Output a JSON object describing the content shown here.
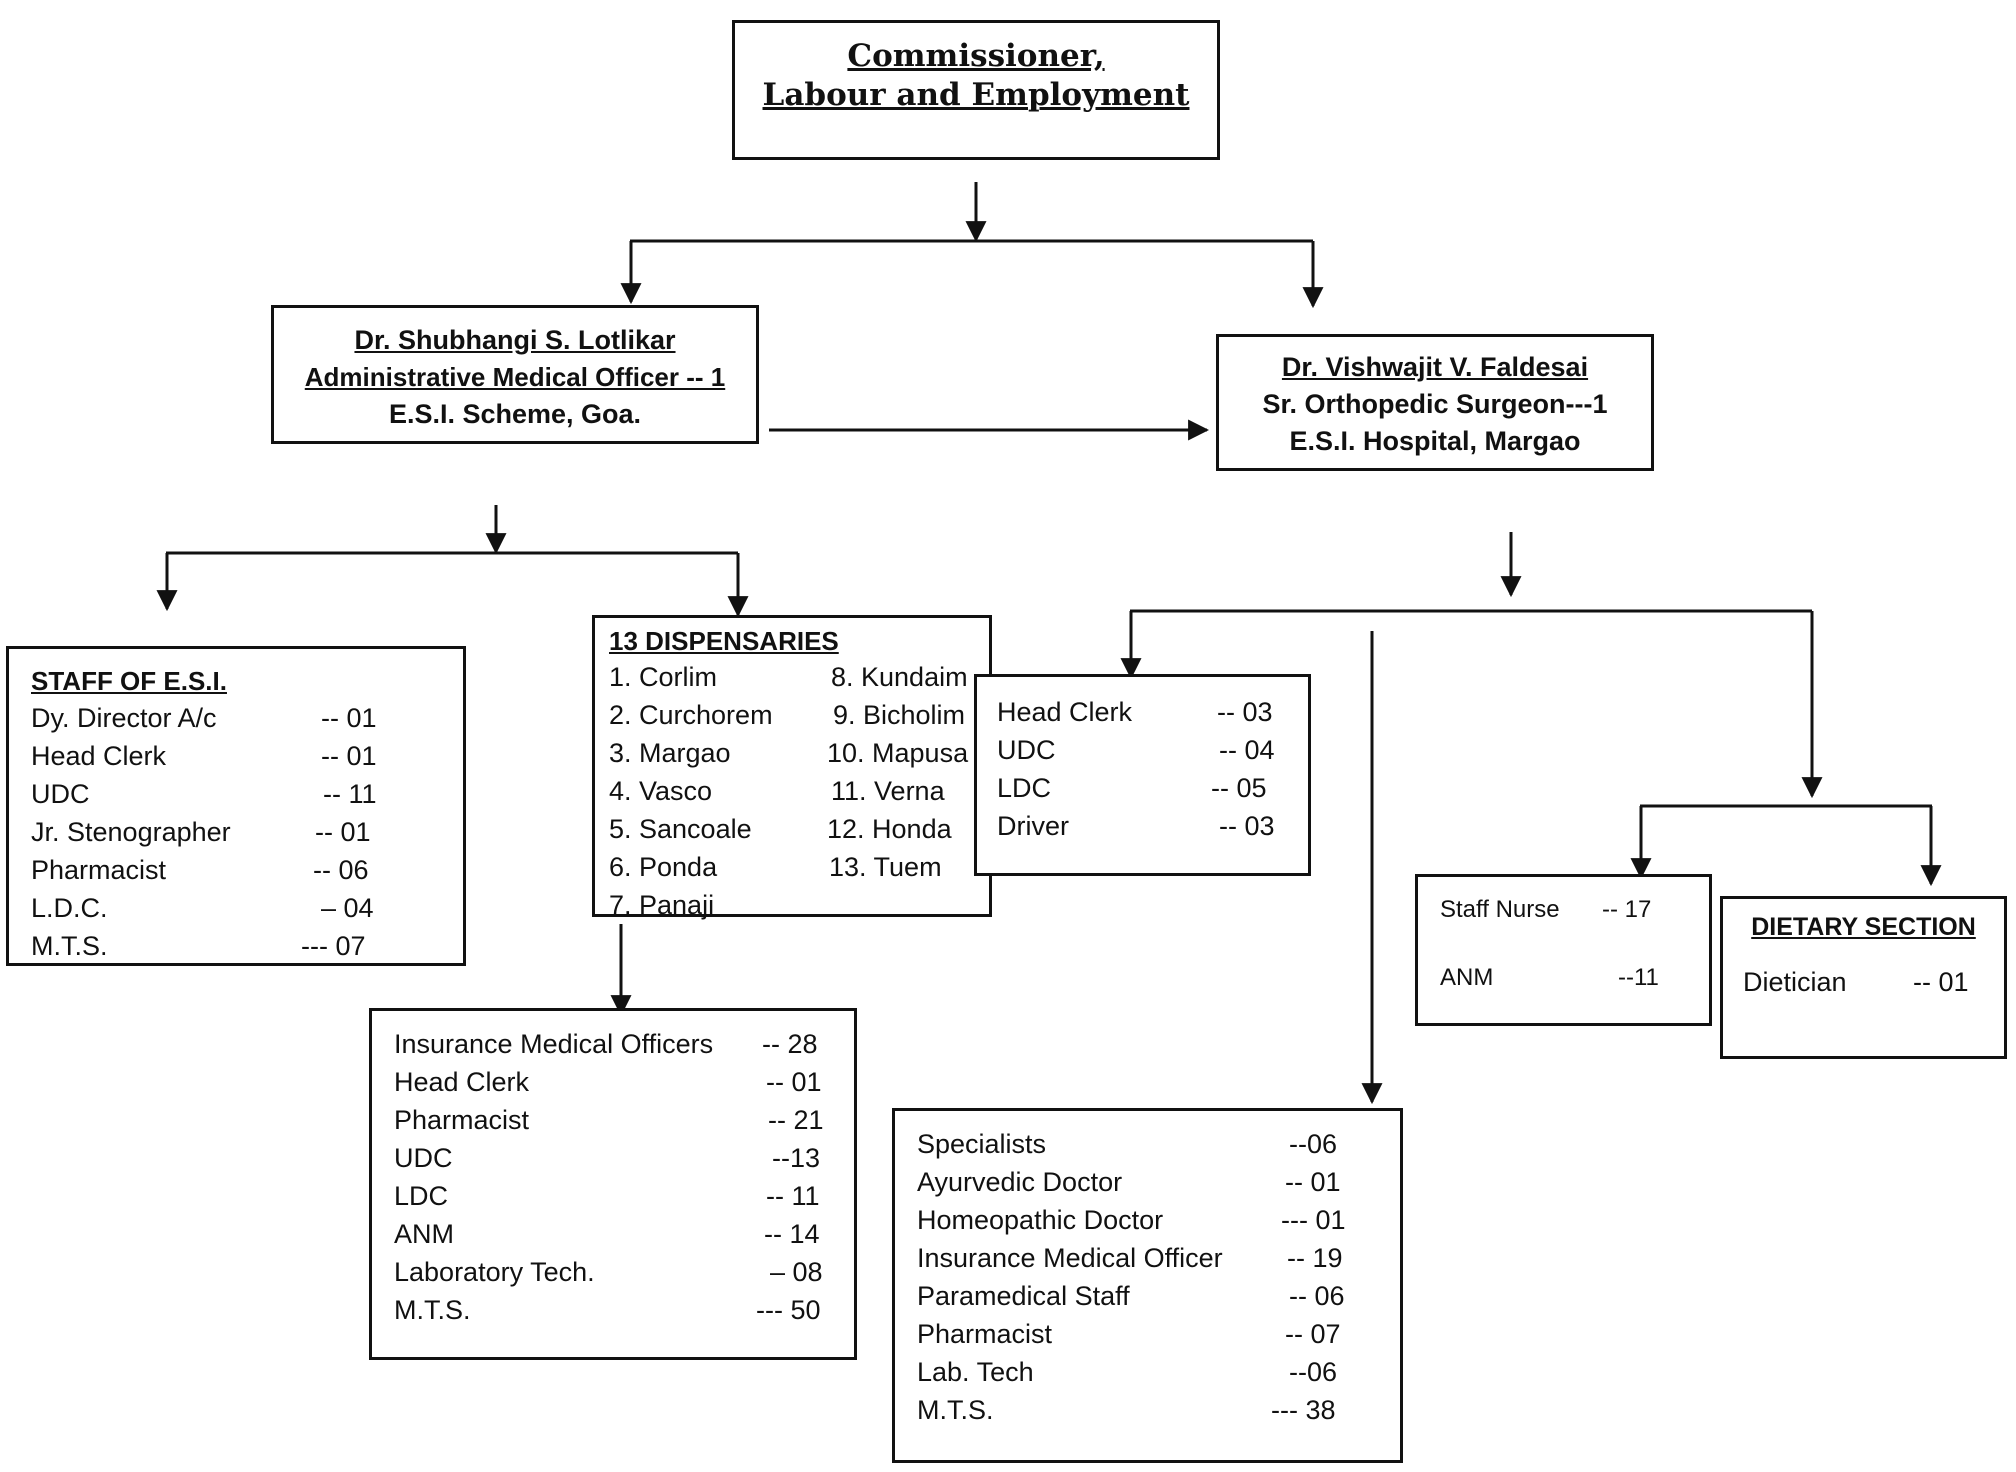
{
  "commissioner": {
    "line1": "Commissioner,",
    "line2": "Labour and Employment"
  },
  "amo": {
    "name": "Dr. Shubhangi S. Lotlikar",
    "designation": "Administrative Medical Officer -- 1",
    "office": "E.S.I. Scheme, Goa."
  },
  "surgeon": {
    "name": "Dr. Vishwajit V. Faldesai",
    "designation": "Sr. Orthopedic Surgeon---1",
    "office": "E.S.I. Hospital, Margao"
  },
  "staff_esi": {
    "title": "STAFF OF E.S.I.",
    "rows": [
      {
        "label": "Dy. Director A/c",
        "count": "-- 01"
      },
      {
        "label": "Head Clerk",
        "count": "-- 01"
      },
      {
        "label": "UDC",
        "count": "-- 11"
      },
      {
        "label": "Jr. Stenographer",
        "count": "-- 01"
      },
      {
        "label": "Pharmacist",
        "count": "-- 06"
      },
      {
        "label": "L.D.C.",
        "count": "– 04"
      },
      {
        "label": "M.T.S.",
        "count": "--- 07"
      }
    ]
  },
  "dispensaries": {
    "title": "13 DISPENSARIES",
    "left": [
      "1. Corlim",
      "2. Curchorem",
      "3. Margao",
      "4. Vasco",
      "5. Sancoale",
      "6. Ponda",
      "7. Panaji"
    ],
    "right": [
      "8. Kundaim",
      "9. Bicholim",
      "10. Mapusa",
      "11. Verna",
      "12. Honda",
      "13. Tuem"
    ]
  },
  "dispensary_staff": {
    "rows": [
      {
        "label": "Insurance Medical Officers",
        "count": "-- 28"
      },
      {
        "label": "Head Clerk",
        "count": "-- 01"
      },
      {
        "label": "Pharmacist",
        "count": "-- 21"
      },
      {
        "label": "UDC",
        "count": "--13"
      },
      {
        "label": "LDC",
        "count": "-- 11"
      },
      {
        "label": "ANM",
        "count": "-- 14"
      },
      {
        "label": "Laboratory Tech.",
        "count": "– 08"
      },
      {
        "label": "M.T.S.",
        "count": "--- 50"
      }
    ]
  },
  "hospital_office": {
    "rows": [
      {
        "label": "Head Clerk",
        "count": "-- 03"
      },
      {
        "label": "UDC",
        "count": "-- 04"
      },
      {
        "label": "LDC",
        "count": "-- 05"
      },
      {
        "label": "Driver",
        "count": "-- 03"
      }
    ]
  },
  "hospital_medical": {
    "rows": [
      {
        "label": "Specialists",
        "count": "--06"
      },
      {
        "label": "Ayurvedic Doctor",
        "count": "-- 01"
      },
      {
        "label": "Homeopathic Doctor",
        "count": "--- 01"
      },
      {
        "label": "Insurance Medical Officer",
        "count": "-- 19"
      },
      {
        "label": "Paramedical Staff",
        "count": "-- 06"
      },
      {
        "label": "Pharmacist",
        "count": "-- 07"
      },
      {
        "label": "Lab. Tech",
        "count": "--06"
      },
      {
        "label": "M.T.S.",
        "count": "--- 38"
      }
    ]
  },
  "nursing": {
    "rows": [
      {
        "label": "Staff Nurse",
        "count": "-- 17"
      },
      {
        "label": "ANM",
        "count": "--11"
      }
    ]
  },
  "dietary": {
    "title": "DIETARY SECTION",
    "rows": [
      {
        "label": "Dietician",
        "count": "-- 01"
      }
    ]
  }
}
